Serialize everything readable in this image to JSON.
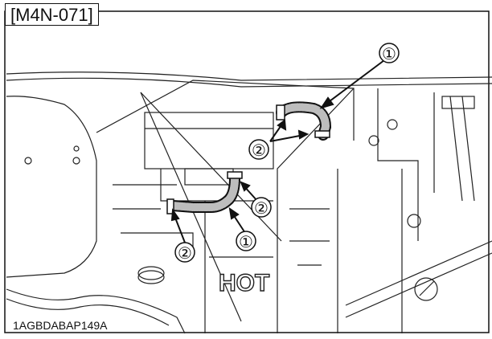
{
  "header": {
    "tag": "[M4N-071]"
  },
  "footer": {
    "figure_code": "1AGBDABAP149A"
  },
  "callouts": [
    {
      "number": "①",
      "label_id": "callout-1-top"
    },
    {
      "number": "②",
      "label_id": "callout-2-top"
    },
    {
      "number": "②",
      "label_id": "callout-2-mid"
    },
    {
      "number": "①",
      "label_id": "callout-1-mid"
    },
    {
      "number": "②",
      "label_id": "callout-2-left"
    }
  ],
  "embossed_text": "HOT"
}
